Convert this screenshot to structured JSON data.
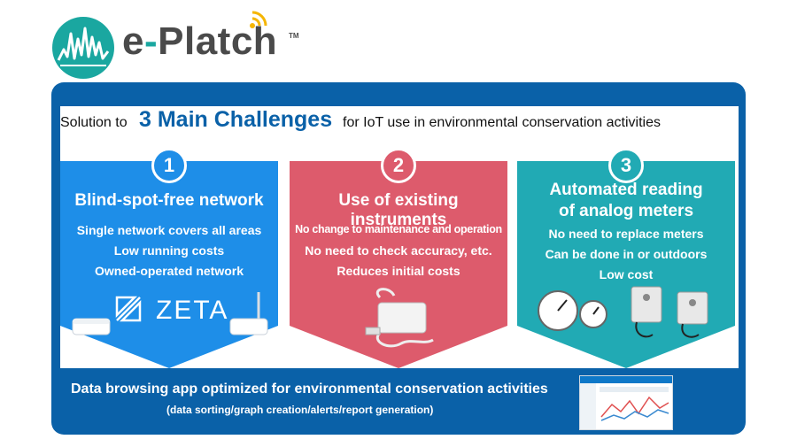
{
  "brand": {
    "name_prefix": "e",
    "name_dash": "-",
    "name_suffix": "Platch",
    "trademark": "TM",
    "accent_color": "#1aa7a0",
    "panel_color": "#0a61a8"
  },
  "headline": {
    "prefix": "Solution to",
    "highlight": "3 Main Challenges",
    "suffix": "for IoT use in environmental conservation activities"
  },
  "cards": [
    {
      "number": "1",
      "title": "Blind-spot-free network",
      "lines": [
        "Single network covers all areas",
        "Low running costs",
        "Owned-operated network"
      ],
      "logo_text": "ZETA",
      "color": "#1e8ee8"
    },
    {
      "number": "2",
      "title": "Use of existing instruments",
      "lines": [
        "No change to maintenance and operation",
        "No need to check accuracy, etc.",
        "Reduces initial costs"
      ],
      "color": "#dd5b6c"
    },
    {
      "number": "3",
      "title_line1": "Automated reading",
      "title_line2": "of analog meters",
      "lines": [
        "No need to replace meters",
        "Can be done in or outdoors",
        "Low cost"
      ],
      "color": "#21aab4"
    }
  ],
  "footer": {
    "main": "Data browsing app optimized for environmental conservation activities",
    "sub": "(data sorting/graph creation/alerts/report generation)"
  }
}
